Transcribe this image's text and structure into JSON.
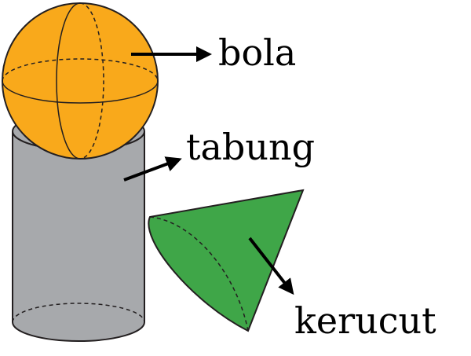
{
  "labels": {
    "sphere": "bola",
    "cylinder": "tabung",
    "cone": "kerucut"
  },
  "colors": {
    "sphere_fill": "#F9A91B",
    "cylinder_fill": "#A7A9AC",
    "cone_fill": "#3FA648",
    "outline": "#231F20",
    "arrow": "#000000"
  }
}
